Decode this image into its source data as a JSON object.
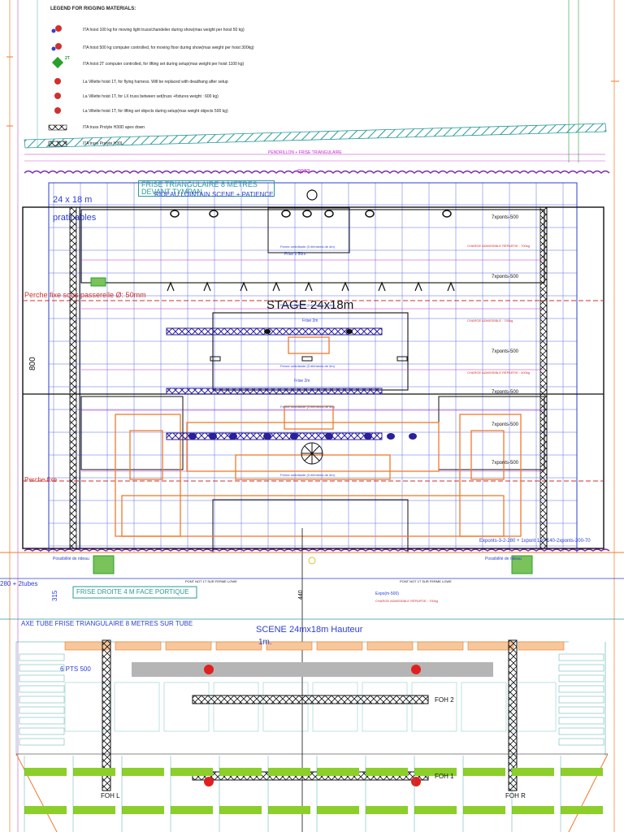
{
  "legend": {
    "title": "LEGEND FOR RIGGING MATERIALS:",
    "items": [
      {
        "text": "ITA hoist 100 kg for moving light truss/chandelier during show(max weight per hoist 50 kg)",
        "color": "#d0312d"
      },
      {
        "text": "ITA hoist 500 kg computer controlled, for moving floor during show(max weight per hoist 300kg)",
        "color": "#d0312d"
      },
      {
        "text": "ITA hoist 2T computer controlled, for lifting set during setup(max weight per hoist 1100 kg)",
        "color": "#2aa02a"
      },
      {
        "text": "La Villette hoist 1T, for flying harness. Will be replaced with deadhang after setup",
        "color": "#d0312d"
      },
      {
        "text": "La Villette hoist 1T, for LX truss between set(truss +fixtures weight : 600 kg)",
        "color": "#d0312d"
      },
      {
        "text": "La Villette hoist 1T, for lifting set objects during setup(max weight objects 500 kg)",
        "color": "#d0312d"
      },
      {
        "text": "ITA truss Prolyte H30D apex down",
        "color": "#222222"
      },
      {
        "text": "ITA truss Prolyte H30L",
        "color": "#222222"
      }
    ],
    "hoist_tag": "2T"
  },
  "labels": {
    "pendrillon": "PENDRILLON + FRISE TRIANGULAIRE",
    "frise_top": "FRISE TRIANGULAIRE 8 METRES DEVANT TYMPAN",
    "rideau": "RIDEAU LOINTAIN SCENE + PATIENCE",
    "stage_dims": "24 x 18 m",
    "praticables": "praticables",
    "perche": "Perche fixe sous passerelle Ø: 50mm",
    "stage": "STAGE 24x18m",
    "perche_low": "Perche fixe",
    "frise_droite": "FRISE DROITE 4 M FACE PORTIQUE",
    "axe_tube": "AXE TUBE FRISE TRIANGULAIRE 8 METRES SUR TUBE",
    "scene": "SCENE 24mx18m Hauteur",
    "scene_unit": "1m.",
    "pts": "6 PTS 500",
    "foh2": "FOH 2",
    "foh1": "FOH 1",
    "fohl": "FOH L",
    "fohr": "FOH R",
    "dim_280": "280 + 2tubes",
    "dim_315": "315",
    "dim_440": "440",
    "dim_800": "800",
    "dim_0073": "0073",
    "pt_left": "PONT NOT 1T SUR FERME LOWE",
    "pt_right": "PONT NOT 1T SUR FERME LOWE",
    "frise_1": "Frise 1 50m",
    "frise_2": "Frise 2m",
    "frise_3": "Frise 2m",
    "ferme_1": "Ferme ombrilante (3 éléments de 4m)",
    "ferme_2": "Ferme ombrilante (3 éléments de 4m)",
    "ferme_3": "Ferme ombrilante (3 éléments de 4m)",
    "ferme_4": "Ferme ombrilante (3 éléments de 4m)",
    "ferme_5": "Ferme ombrilante (3 éléments de 4m)",
    "exponts": "Exponts-3-2-280 + 1xpont 100-140-2xponts-200-70",
    "expo_500": "Expo(m-500)",
    "charge_a": "CHARGE ADMISSIBLE RÉPARTIE : 700kg",
    "possibilite": "Possibilité de rideau",
    "right_notes": [
      "7xponts-500",
      "CHARGE ADMISSIBLE RÉPARTIE : 700kg",
      "7xponts-500",
      "CHARGE ADMISSIBLE : 700kg",
      "7xponts-500",
      "CHARGE ADMISSIBLE RÉPARTIE : 400kg",
      "7xponts-500",
      "7xponts-500",
      "7xponts-500"
    ]
  },
  "colors": {
    "blue": "#2b3fd1",
    "red": "#d0312d",
    "orange": "#f07a2a",
    "green": "#2aa02a",
    "purple": "#4a2aa0",
    "magenta": "#c22ad0",
    "teal": "#2a9a9a",
    "black": "#111111",
    "lime": "#8ccf2a"
  }
}
